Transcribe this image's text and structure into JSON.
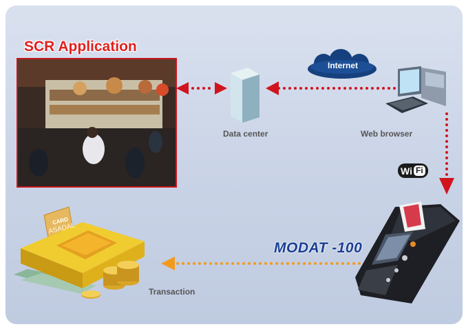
{
  "diagram": {
    "app_title": "SCR Application",
    "cloud_label": "Internet",
    "data_center_label": "Data center",
    "web_browser_label": "Web browser",
    "wifi_label": {
      "wi": "Wi",
      "fi": "Fi"
    },
    "device_label": "MODAT -100",
    "transaction_label": "Transaction",
    "register_brand": "ASADAL",
    "register_card": "CARD"
  },
  "colors": {
    "network_link": "#d0141e",
    "transaction_link": "#f39a1e",
    "background": "#c9d3e6",
    "title": "#e0201f",
    "device_label": "#1a3f93"
  }
}
